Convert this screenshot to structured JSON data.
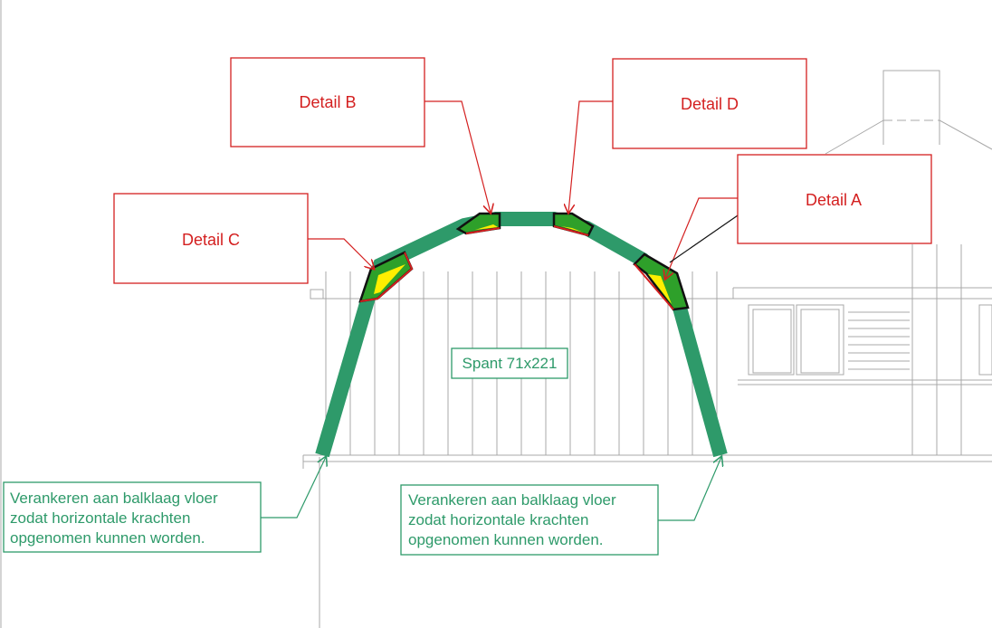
{
  "colors": {
    "beam": "#2e9a6a",
    "joint": "#2ea02a",
    "highlight": "#ffee00",
    "callout_red": "#d42020",
    "callout_green": "#2e9a6a"
  },
  "callouts": {
    "detail_a": "Detail A",
    "detail_b": "Detail B",
    "detail_c": "Detail C",
    "detail_d": "Detail D"
  },
  "beam_label": "Spant 71x221",
  "notes": {
    "left": [
      "Verankeren aan balklaag vloer",
      "zodat horizontale krachten",
      "opgenomen kunnen worden."
    ],
    "right": [
      "Verankeren aan balklaag vloer",
      "zodat horizontale krachten",
      "opgenomen kunnen worden."
    ]
  }
}
